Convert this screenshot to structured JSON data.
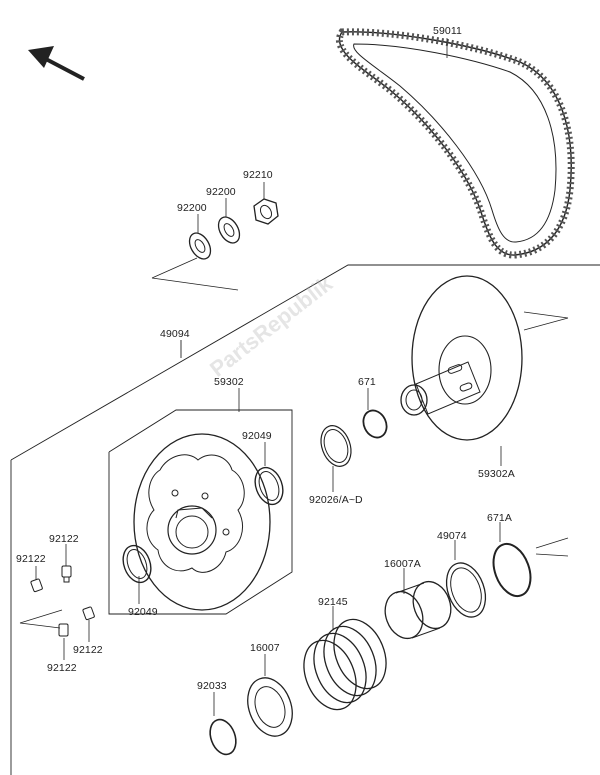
{
  "watermark": "PartsRepublik",
  "colors": {
    "line": "#222222",
    "fill": "#ffffff",
    "shade": "#dddddd",
    "watermark": "#b4b4b4"
  },
  "parts": {
    "belt": "59011",
    "washer_a": "92200",
    "washer_b": "92200",
    "nut": "92210",
    "assembly": "49094",
    "fixed_sheave": "59302",
    "seal_left": "92049",
    "seal_right": "92049",
    "circlip_top": "671",
    "shim": "92026/A~D",
    "movable_sheave": "59302A",
    "grease_1": "92122",
    "grease_2": "92122",
    "grease_3": "92122",
    "grease_4": "92122",
    "spring": "92145",
    "bushing_large": "16007A",
    "spacer": "49074",
    "circlip_large": "671A",
    "bushing_small": "16007",
    "snap_ring": "92033"
  }
}
